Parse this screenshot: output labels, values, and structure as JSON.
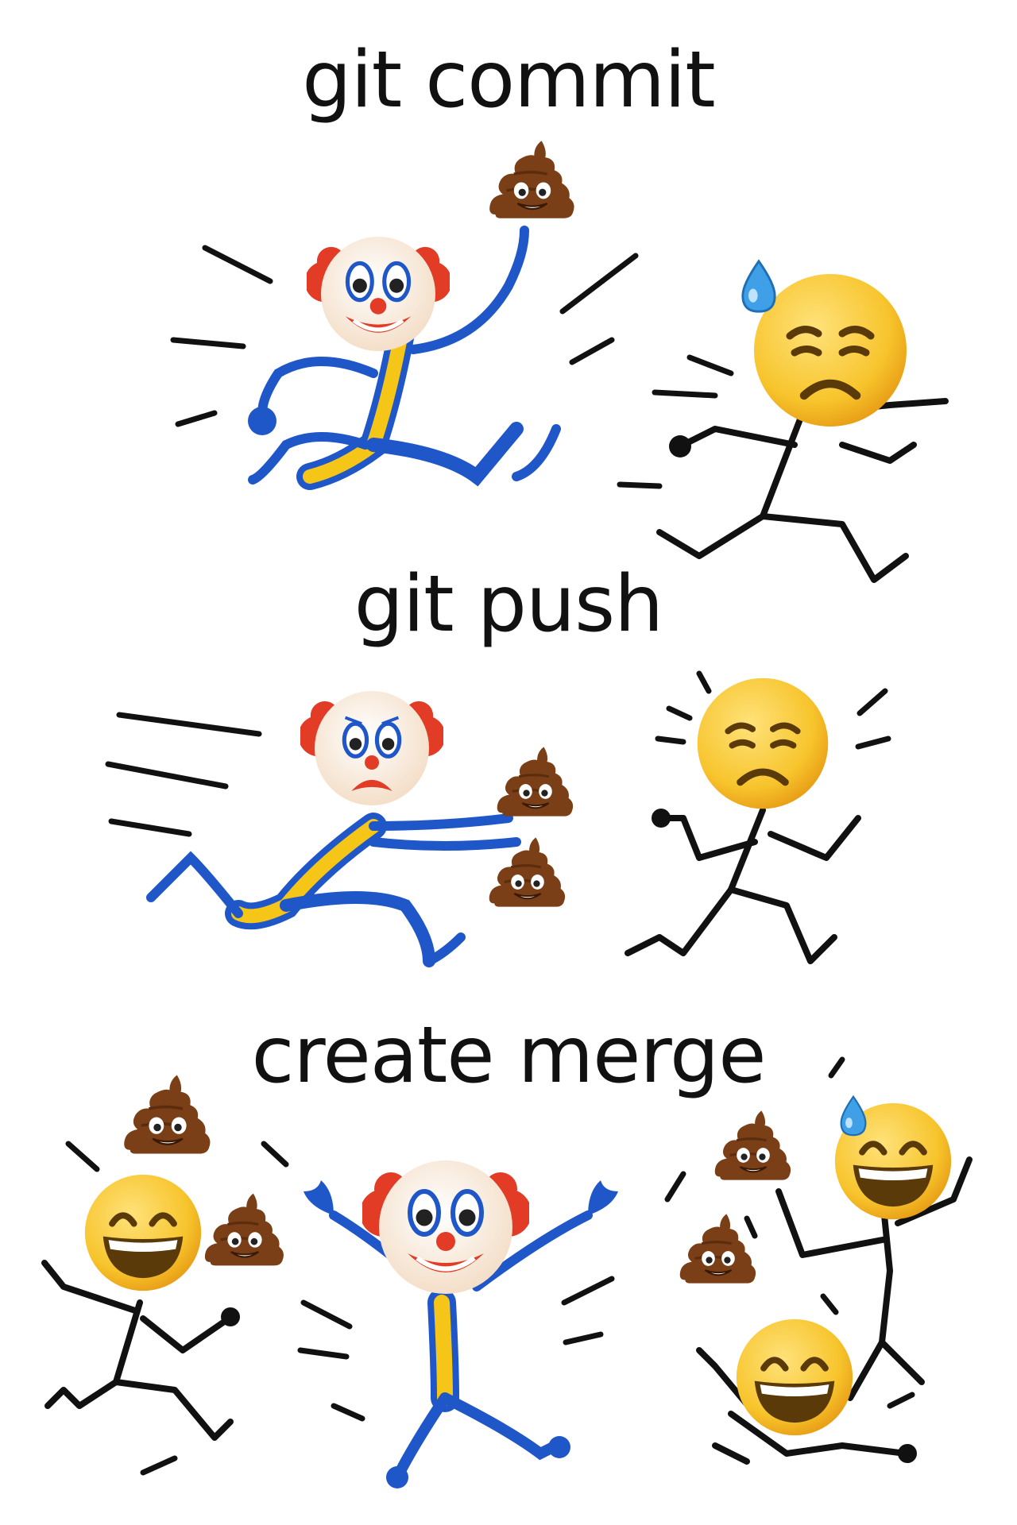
{
  "captions": {
    "commit": "git commit",
    "push": "git push",
    "merge": "create merge"
  },
  "colors": {
    "background": "#ffffff",
    "clown_suit_blue": "#1f57c9",
    "clown_suit_yellow": "#f5c518",
    "clown_hair": "#e23b26",
    "emoji_yellow": "#f7c42c",
    "poop_brown": "#7a3f17",
    "sweat_drop": "#3fa0e8",
    "stick_figure": "#111111"
  },
  "panels": [
    {
      "caption_key": "commit",
      "characters": [
        "clown-runner-icon",
        "poop-emoji-icon",
        "worried-emoji-stick-figure-icon",
        "sweat-drop-icon"
      ]
    },
    {
      "caption_key": "push",
      "characters": [
        "sad-clown-runner-icon",
        "poop-emoji-icon",
        "worried-emoji-stick-figure-icon"
      ]
    },
    {
      "caption_key": "merge",
      "characters": [
        "happy-clown-icon",
        "poop-emoji-icon",
        "grinning-emoji-stick-figure-icon",
        "sweat-drop-icon"
      ]
    }
  ]
}
